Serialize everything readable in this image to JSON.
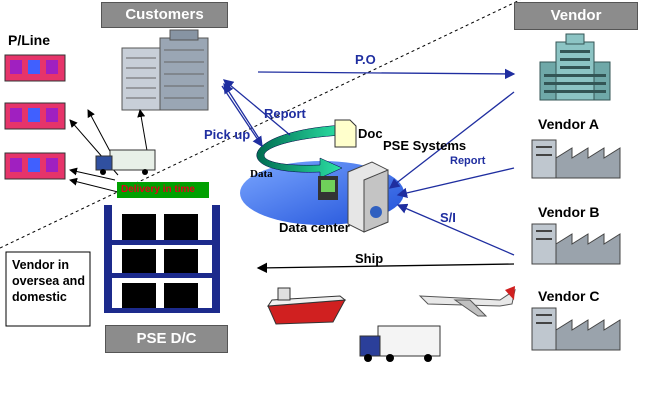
{
  "customers_label": "Customers",
  "vendor_label": "Vendor",
  "pline_label": "P/Line",
  "po_label": "P.O",
  "report_label_1": "Report",
  "report_label_2": "Report",
  "pickup_label": "Pick up",
  "doc_label": "Doc",
  "pse_systems_label": "PSE Systems",
  "data_label": "Data",
  "delivery_label": "Delivery in time",
  "data_center_label": "Data center",
  "si_label": "S/I",
  "ship_label": "Ship",
  "vendor_a_label": "Vendor A",
  "vendor_b_label": "Vendor B",
  "vendor_c_label": "Vendor C",
  "pse_dc_label": "PSE  D/C",
  "vendor_oversea_label": "Vendor in oversea and domestic",
  "colors": {
    "arrow_blue": "#1f2ea0",
    "label_gray": "#8c8c8c",
    "delivery_green": "#00a000",
    "delivery_text": "#e0001a"
  }
}
